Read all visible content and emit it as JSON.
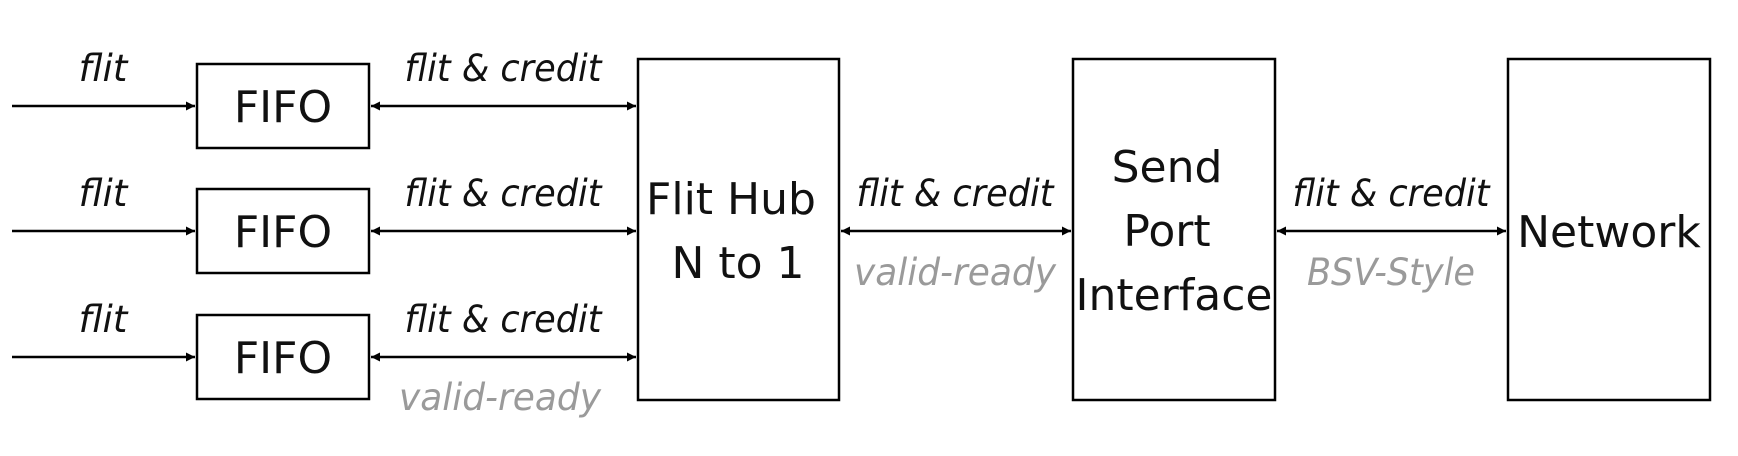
{
  "boxes": {
    "fifo_1": "FIFO",
    "fifo_2": "FIFO",
    "fifo_3": "FIFO",
    "flit_hub": [
      "Flit Hub",
      "N to 1"
    ],
    "send_port": [
      "Send",
      "Port",
      "Interface"
    ],
    "network": "Network"
  },
  "labels": {
    "input_1": "flit",
    "input_2": "flit",
    "input_3": "flit",
    "fifo_hub_1": "flit & credit",
    "fifo_hub_2": "flit & credit",
    "fifo_hub_3": "flit & credit",
    "fifo_hub_protocol": "valid-ready",
    "hub_port": "flit & credit",
    "hub_port_protocol": "valid-ready",
    "port_network": "flit & credit",
    "port_network_protocol": "BSV-Style"
  },
  "colors": {
    "stroke": "#000000",
    "text": "#111111",
    "protocol_text": "#9a9a9a"
  }
}
